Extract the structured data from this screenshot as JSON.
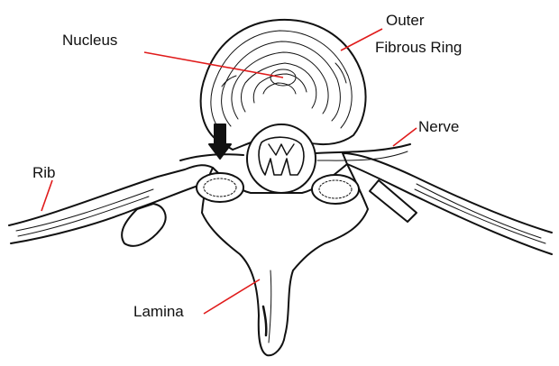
{
  "labels": {
    "nucleus": "Nucleus",
    "outer_line1": "Outer",
    "outer_line2": "Fibrous Ring",
    "nerve": "Nerve",
    "rib": "Rib",
    "lamina": "Lamina"
  },
  "colors": {
    "leader_line": "#e01b1b",
    "outline": "#111111",
    "background": "#ffffff"
  }
}
